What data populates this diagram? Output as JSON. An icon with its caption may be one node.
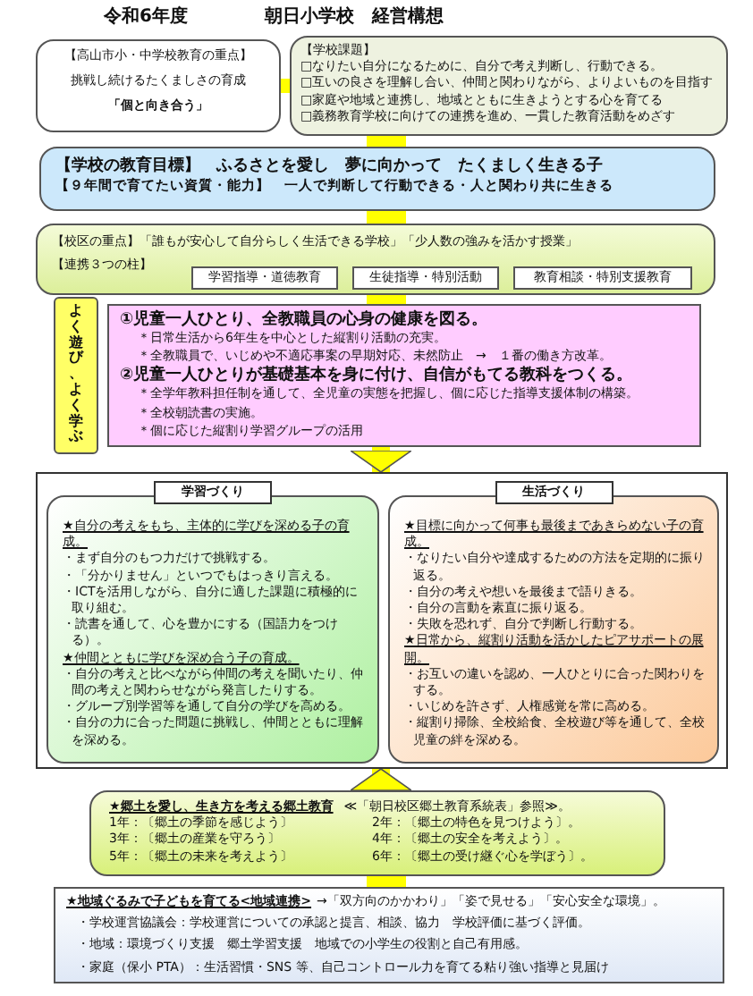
{
  "diagram": {
    "title": "朝日小学校　経営構想",
    "nodes": [
      {
        "text": [
          "【高山市小・中学校教育の重点】",
          "挑戦し続けるたくましさの育成",
          "「個と向き合う」"
        ]
      },
      {
        "text": [
          "【学校課題】",
          "□なりたい自分になるために、自分で考え判断し、行動できる。",
          "□互いの良さを理解し合い、仲間と関わりながら、よりよいものを目指す",
          "□家庭や地域と連携し、地域とともに生きようとする心を育てる",
          "□義務教育学校に向けての連携を進め、一貫した教育活動をめざす"
        ]
      },
      {
        "text": [
          "【学校の教育目標】　ふるさとを愛し　夢に向かって　たくましく生きる子",
          "【９年間で育てたい資質・能力】　一人で判断して行動できる・人と関わり共に生きる"
        ]
      },
      {
        "text": [
          "【校区の重点】「誰もが安心して自分らしく生活できる学校」「少人数の強みを活かす授業」",
          "【連携３つの柱】"
        ]
      },
      {
        "text": [
          "学習指導・道徳教育"
        ],
        "in": 3
      },
      {
        "text": [
          "生徒指導・特別活動"
        ],
        "in": 3
      },
      {
        "text": [
          "教育相談・特別支援教育"
        ],
        "in": 3
      },
      {
        "text": [
          "よく遊び、よく学ぶ"
        ]
      },
      {
        "text": [
          "①児童一人ひとり、全教職員の心身の健康を図る。",
          "＊日常生活から6年生を中心とした縦割り活動の充実。",
          "＊全教職員で、いじめや不適応事案の早期対応、未然防止　→　１番の働き方改革。",
          "②児童一人ひとりが基礎基本を身に付け、自信がもてる教科をつくる。",
          "＊全学年教科担任制を通して、全児童の実態を把握し、個に応じた指導支援体制の構築。",
          "＊全校朝読書の実施。",
          "＊個に応じた縦割り学習グループの活用"
        ]
      },
      {
        "text": [],
        "shape": "box"
      },
      {
        "text": [
          "学習づくり",
          "★自分の考えをもち、主体的に学びを深める子の育成。",
          "・まず自分のもつ力だけで挑戦する。",
          "・「分かりません」といつでもはっきり言える。",
          "・ICTを活用しながら、自分に適した課題に積極的に取り組む。",
          "・読書を通して、心を豊かにする（国語力をつける）。",
          "★仲間とともに学びを深め合う子の育成。",
          "・自分の考えと比べながら仲間の考えを聞いたり、仲間の考えと関わらせながら発言したりする。",
          "・グループ別学習等を通して自分の学びを高める。",
          "・自分の力に合った問題に挑戦し、仲間とともに理解を深める。"
        ],
        "in": 9
      },
      {
        "text": [
          "生活づくり",
          "★目標に向かって何事も最後まであきらめない子の育成。",
          "・なりたい自分や達成するための方法を定期的に振り返る。",
          "・自分の考えや想いを最後まで語りきる。",
          "・自分の言動を素直に振り返る。",
          "・失敗を恐れず、自分で判断し行動する。",
          "★日常から、縦割り活動を活かしたピアサポートの展開。",
          "・お互いの違いを認め、一人ひとりに合った関わりをする。",
          "・いじめを許さず、人権感覚を常に高める。",
          "・縦割り掃除、全校給食、全校遊び等を通して、全校児童の絆を深める。"
        ],
        "in": 9
      },
      {
        "text": [
          "★郷土を愛し、生き方を考える郷土教育",
          "≪「朝日校区郷土教育系統表」参照≫。",
          "1年：〔郷土の季節を感じよう〕",
          "2年：〔郷土の特色を見つけよう〕。",
          "3年：〔郷土の産業を守ろう〕",
          "4年：〔郷土の安全を考えよう〕。",
          "5年：〔郷土の未来を考えよう〕",
          "6年：〔郷土の受け継ぐ心を学ぼう〕。"
        ]
      },
      {
        "text": [
          "★地域ぐるみで子どもを育てる<地域連携>",
          "→「双方向のかかわり」「姿で見せる」「安心安全な環境」。",
          "・学校運営協議会：学校運営についての承認と提言、相談、協力　学校評価に基づく評価。",
          "・地域：環境づくり支援　郷土学習支援　地域での小学生の役割と自己有用感。",
          "・家庭（保小 PTA）：生活習慣・SNS 等、自己コントロール力を育てる粘り強い指導と見届け"
        ]
      }
    ],
    "edges": [
      {
        "from": 0,
        "to": 1,
        "arrow": "none"
      },
      {
        "from": 1,
        "to": 2,
        "arrow": "none"
      },
      {
        "from": 2,
        "to": 3,
        "arrow": "none"
      },
      {
        "from": 3,
        "to": 8,
        "arrow": "none"
      },
      {
        "from": 8,
        "to": 9,
        "arrow": "to"
      },
      {
        "from": 12,
        "to": 9,
        "arrow": "to"
      },
      {
        "from": 12,
        "to": 13,
        "arrow": "none"
      }
    ],
    "labels": [
      "令和6年度"
    ]
  }
}
